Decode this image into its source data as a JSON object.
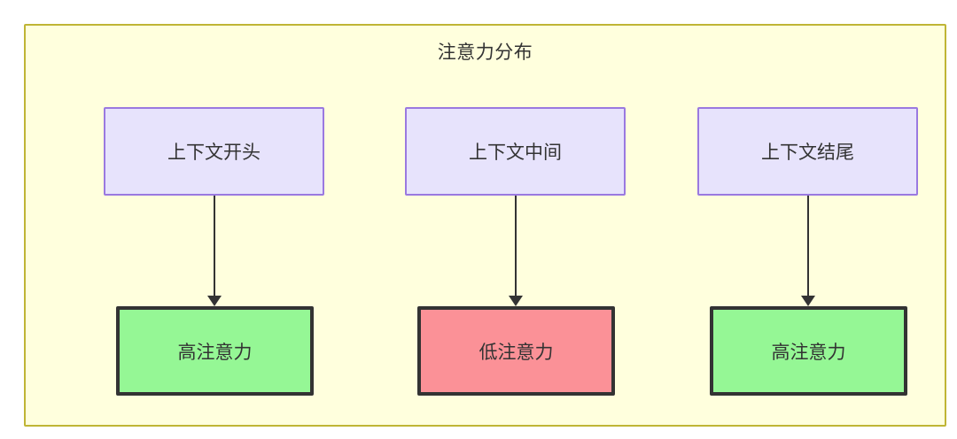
{
  "diagram": {
    "title": "注意力分布",
    "columns": [
      {
        "source_label": "上下文开头",
        "target_label": "高注意力",
        "target_level": "high"
      },
      {
        "source_label": "上下文中间",
        "target_label": "低注意力",
        "target_level": "low"
      },
      {
        "source_label": "上下文结尾",
        "target_label": "高注意力",
        "target_level": "high"
      }
    ],
    "colors": {
      "container_fill": "#ffffdd",
      "container_border": "#bfb535",
      "source_fill": "#e7e3fc",
      "source_border": "#9a79e0",
      "high_fill": "#95f795",
      "low_fill": "#fb9197",
      "target_border": "#333333",
      "edge": "#333333",
      "text": "#333333"
    }
  }
}
